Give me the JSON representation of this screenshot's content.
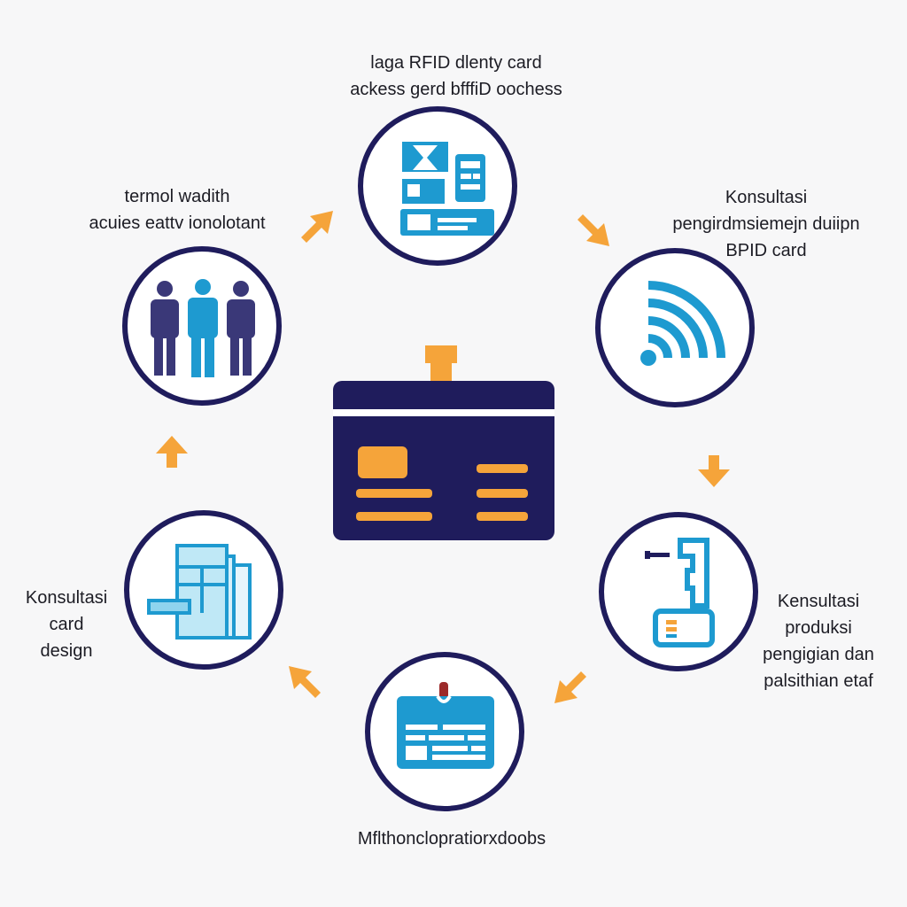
{
  "labels": {
    "top": [
      "laga RFID dlenty card",
      "ackess gerd bfffiD oochess"
    ],
    "top_left": [
      "termol wadith",
      "acuies eattv ionolotant"
    ],
    "top_right": [
      "Konsultasi",
      "pengirdmsiemejn duiipn",
      "BPID card"
    ],
    "left": [
      "Konsultasi",
      "card",
      "design"
    ],
    "right": [
      "Kensultasi",
      "produksi",
      "pengigian dan",
      "palsithian etaf"
    ],
    "bottom": [
      "Mflthonclopratiorxdoobs"
    ]
  },
  "colors": {
    "navy": "#1f1c5c",
    "blue": "#1e9ad0",
    "light_blue": "#5fc3e6",
    "orange": "#f5a43a",
    "dark_red": "#9c2a2a"
  },
  "icons": {
    "top": "id-card-documents-icon",
    "top_left": "team-people-icon",
    "top_right": "wireless-signal-icon",
    "left": "card-design-layers-icon",
    "right": "card-printer-icon",
    "bottom": "badge-id-card-icon",
    "center": "rfid-card-icon"
  }
}
